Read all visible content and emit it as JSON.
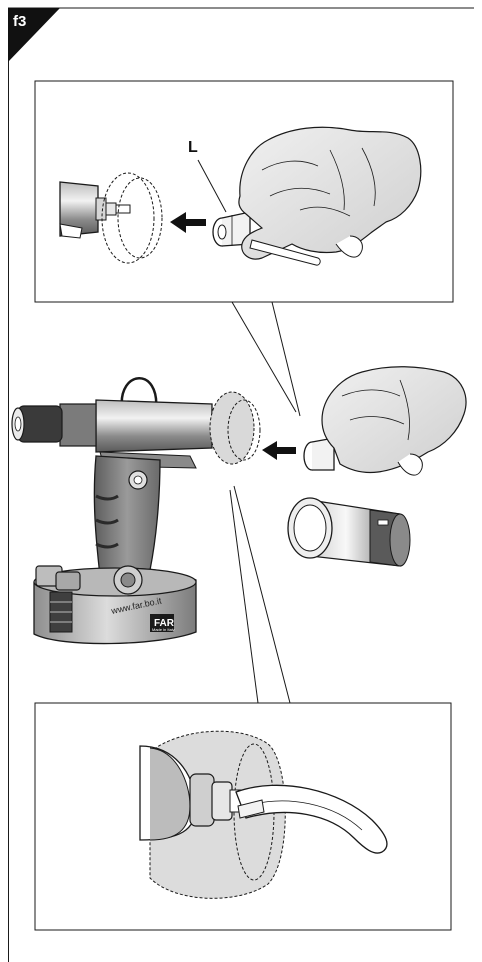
{
  "figure": {
    "tag": "f3",
    "callout_label": "L",
    "brand_url": "www.far.bo.it",
    "logo_text": "FAR",
    "logo_subtext": "Made in Italy"
  },
  "colors": {
    "ink": "#1a1a1a",
    "tool_gray": "#6f6f6f",
    "glove": "#e4e4e4",
    "shade": "#d9d9d9"
  }
}
